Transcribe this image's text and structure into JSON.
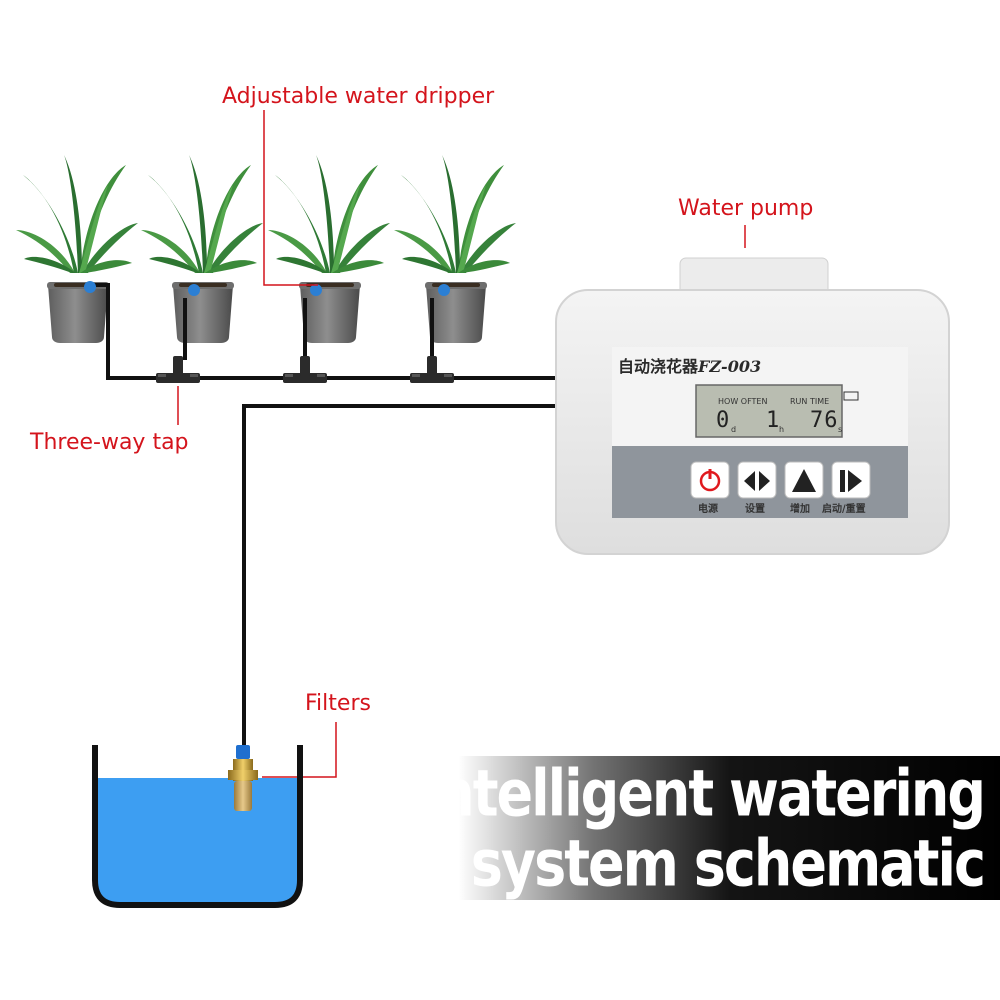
{
  "labels": {
    "dripper": "Adjustable water dripper",
    "pump": "Water pump",
    "tap": "Three-way tap",
    "filters": "Filters"
  },
  "banner": {
    "line1": "Intelligent watering",
    "line2": "system schematic"
  },
  "device": {
    "brand_cn": "自动浇花器",
    "model": "FZ-003",
    "lcd": {
      "how_often_label": "HOW OFTEN",
      "run_time_label": "RUN TIME",
      "how_often_value": "0",
      "how_often_unit": "d",
      "mid_value": "1",
      "mid_unit": "h",
      "run_time_value": "76",
      "run_time_unit": "s"
    },
    "buttons": {
      "power": "电源",
      "set": "设置",
      "increase": "增加",
      "start_reset": "启动/重置"
    }
  },
  "colors": {
    "callout": "#d4141c",
    "water": "#3d9ef2",
    "power_icon": "#e0191e",
    "dripper": "#2b7fd4"
  }
}
